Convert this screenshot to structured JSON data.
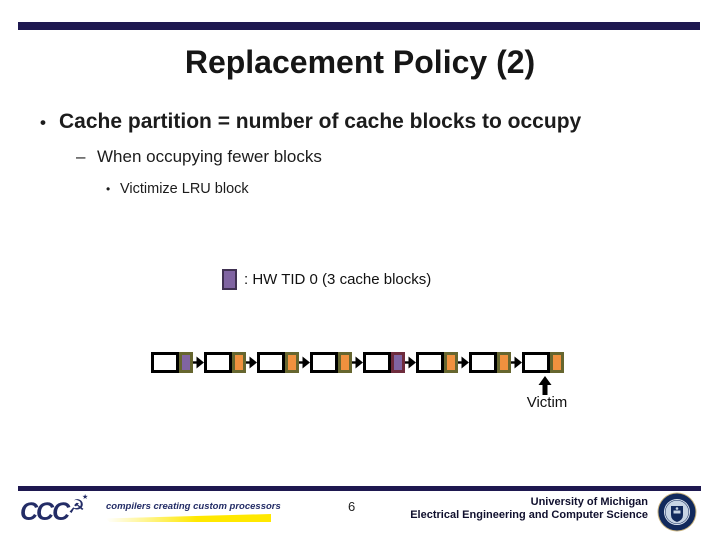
{
  "slide": {
    "title": "Replacement Policy (2)",
    "page_number": "6"
  },
  "bullets": {
    "level1_marker": "•",
    "level1": "Cache partition = number of cache blocks to occupy",
    "level2_marker": "–",
    "level2": "When occupying fewer blocks",
    "level3_marker": "•",
    "level3": "Victimize LRU block"
  },
  "legend": {
    "label": ": HW TID 0 (3 cache blocks)",
    "swatch_color": "#8064A2",
    "swatch_border_color": "#403152"
  },
  "diagram": {
    "victim_label": "Victim",
    "colors": {
      "purple": "#8064A2",
      "orange": "#F0913E",
      "olive": "#66662F",
      "maroon": "#6E2B3C"
    },
    "nodes": [
      {
        "tag": "purple",
        "border": "olive"
      },
      {
        "tag": "orange",
        "border": "olive"
      },
      {
        "tag": "orange",
        "border": "olive"
      },
      {
        "tag": "orange",
        "border": "olive"
      },
      {
        "tag": "purple",
        "border": "maroon"
      },
      {
        "tag": "orange",
        "border": "olive"
      },
      {
        "tag": "orange",
        "border": "olive"
      },
      {
        "tag": "orange",
        "border": "olive",
        "victim": true
      }
    ]
  },
  "footer": {
    "ccc_letters": "CCC",
    "ccc_symbol": "☭",
    "ccc_star": "★",
    "ccc_tagline": "compilers creating custom processors",
    "university_line1": "University of Michigan",
    "university_line2": "Electrical Engineering and Computer Science",
    "accent_navy": "#1E1850",
    "accent_yellow": "#FFE800"
  }
}
